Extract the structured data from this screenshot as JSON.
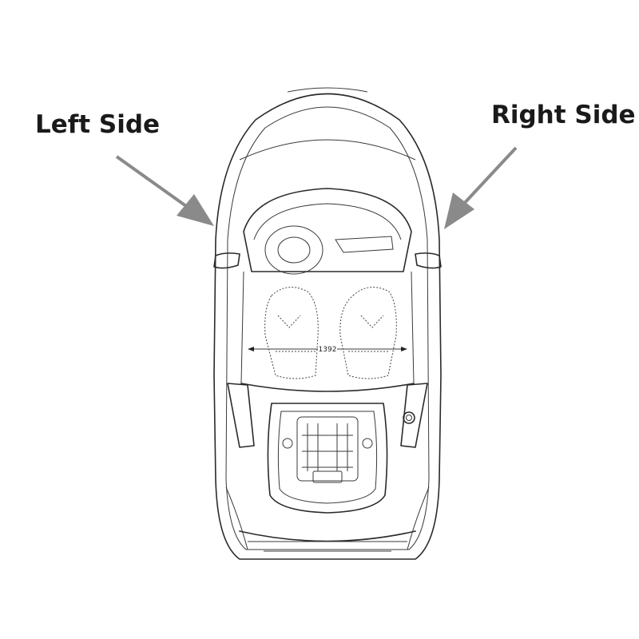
{
  "labels": {
    "left_side": "Left Side",
    "right_side": "Right Side"
  },
  "dimension": {
    "width_value": "1392"
  },
  "colors": {
    "arrow": "#8a8a8a",
    "outline": "#2a2a2a",
    "background": "#ffffff"
  }
}
